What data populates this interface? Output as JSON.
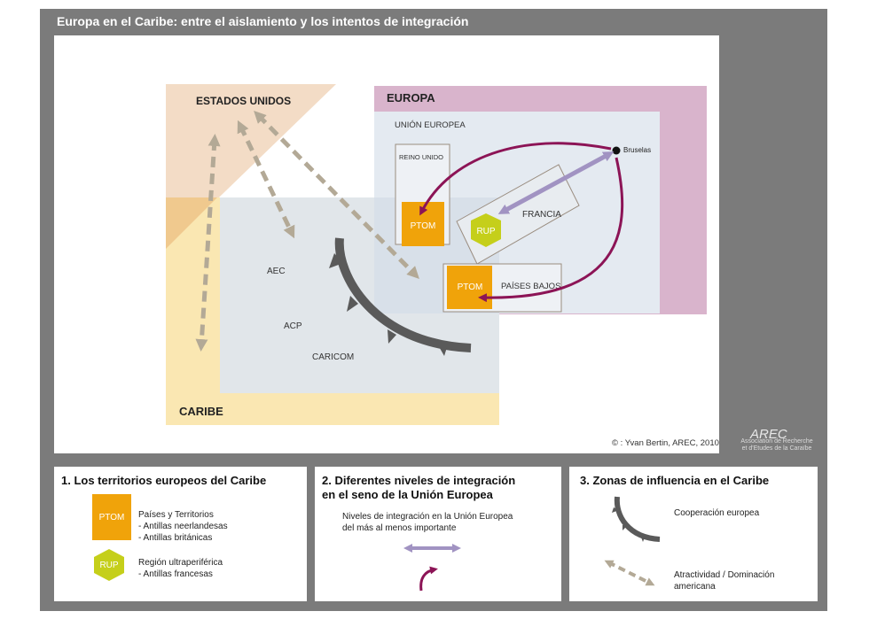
{
  "title": "Europa en el Caribe: entre el aislamiento y los intentos de integración",
  "map": {
    "usa_label": "ESTADOS UNIDOS",
    "europa_label": "EUROPA",
    "ue_label": "UNIÓN EUROPEA",
    "reino_unido_label": "REINO UNIDO",
    "francia_label": "FRANCIA",
    "paises_bajos_label": "PAÍSES BAJOS",
    "bruselas_label": "Bruselas",
    "ptom_label": "PTOM",
    "rup_label": "RUP",
    "aec_label": "AEC",
    "acp_label": "ACP",
    "caricom_label": "CARICOM",
    "caribe_label": "CARIBE"
  },
  "credit": "©  : Yvan Bertin, AREC, 2010",
  "logo": {
    "name": "AREC",
    "text1": "Association de Recherche",
    "text2": "et d'Etudes de la Caraïbe"
  },
  "legend": {
    "panel1": {
      "title": "1. Los territorios europeos del Caribe",
      "ptom_label": "PTOM",
      "ptom_desc1": "Países y Territorios",
      "ptom_desc2": "- Antillas neerlandesas",
      "ptom_desc3": "- Antillas británicas",
      "rup_label": "RUP",
      "rup_desc1": "Región ultraperiférica",
      "rup_desc2": "- Antillas francesas"
    },
    "panel2": {
      "title1": "2. Diferentes niveles de integración",
      "title2": "en el seno de la Unión Europea",
      "desc1": "Niveles de integración en la Unión Europea",
      "desc2": "del más al menos importante"
    },
    "panel3": {
      "title": "3. Zonas de influencia en el Caribe",
      "coop": "Cooperación europea",
      "atrac1": "Atractividad / Dominación",
      "atrac2": "americana"
    }
  },
  "colors": {
    "frame": "#7b7b7b",
    "usa": "#f3dcc6",
    "europa": "#d9b4cc",
    "ue": "#e4eaf1",
    "caribe": "#fae7b2",
    "ptom": "#f0a30a",
    "rup": "#c5cf1a",
    "purple_arrow": "#8c1456",
    "lavender_arrow": "#a193c2",
    "us_arrow": "#b3a996",
    "coop_arc": "#5a5a5a"
  }
}
